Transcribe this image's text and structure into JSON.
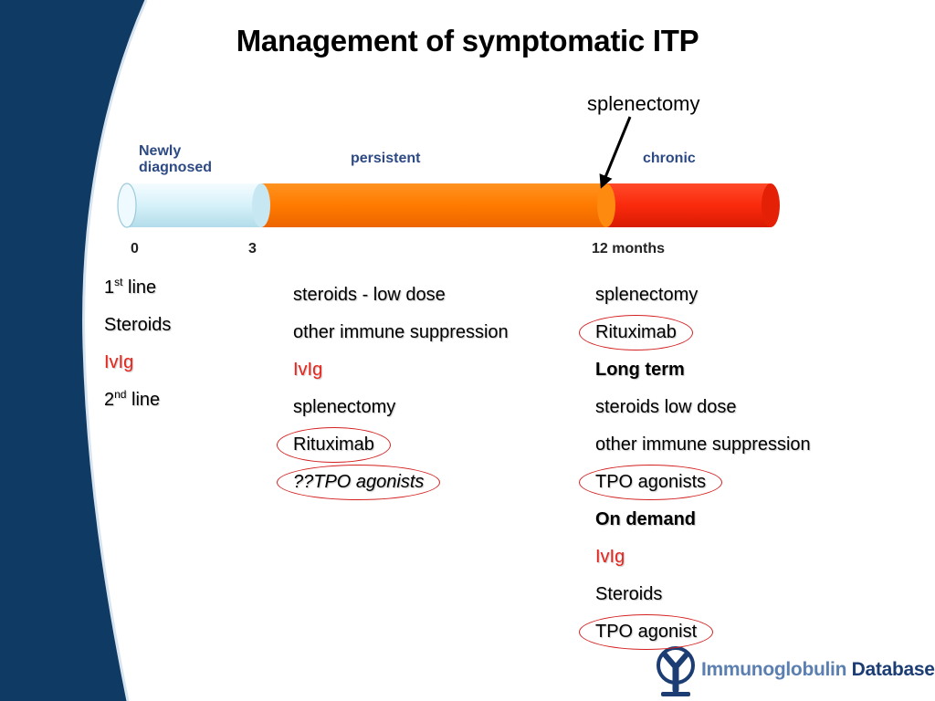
{
  "slide": {
    "title": "Management of symptomatic ITP"
  },
  "timeline": {
    "phases": [
      {
        "label": "Newly\ndiagnosed",
        "color": "#d6f1f9"
      },
      {
        "label": "persistent",
        "color": "#ff7a00"
      },
      {
        "label": "chronic",
        "color": "#fa2a0c"
      }
    ],
    "ticks": [
      "0",
      "3",
      "12 months"
    ],
    "marker_label": "splenectomy"
  },
  "columns": {
    "newly": [
      {
        "text": "1",
        "sup": "st",
        "after": " line"
      },
      {
        "text": "Steroids"
      },
      {
        "text": "IvIg",
        "style": "red"
      },
      {
        "text": "2",
        "sup": "nd",
        "after": " line"
      }
    ],
    "persistent": [
      {
        "text": "steroids - low dose"
      },
      {
        "text": "other immune suppression"
      },
      {
        "text": "IvIg",
        "style": "red"
      },
      {
        "text": "splenectomy"
      },
      {
        "text": "Rituximab",
        "circled": true
      },
      {
        "text": "??TPO agonists",
        "style": "italic",
        "circled": true
      }
    ],
    "chronic": [
      {
        "text": "splenectomy"
      },
      {
        "text": "Rituximab",
        "circled": true
      },
      {
        "text": "Long term",
        "style": "bold"
      },
      {
        "text": "steroids low dose"
      },
      {
        "text": "other immune suppression"
      },
      {
        "text": "TPO agonists",
        "circled": true
      },
      {
        "text": "On demand",
        "style": "bold"
      },
      {
        "text": "IvIg",
        "style": "red"
      },
      {
        "text": "Steroids"
      },
      {
        "text": "TPO agonist",
        "circled": true
      }
    ]
  },
  "logo": {
    "text_light": "Immunoglobulin",
    "text_strong": "Database"
  },
  "colors": {
    "navy": "#0e3a63",
    "highlight_red": "#d42020",
    "phase_label": "#2d4a85"
  }
}
